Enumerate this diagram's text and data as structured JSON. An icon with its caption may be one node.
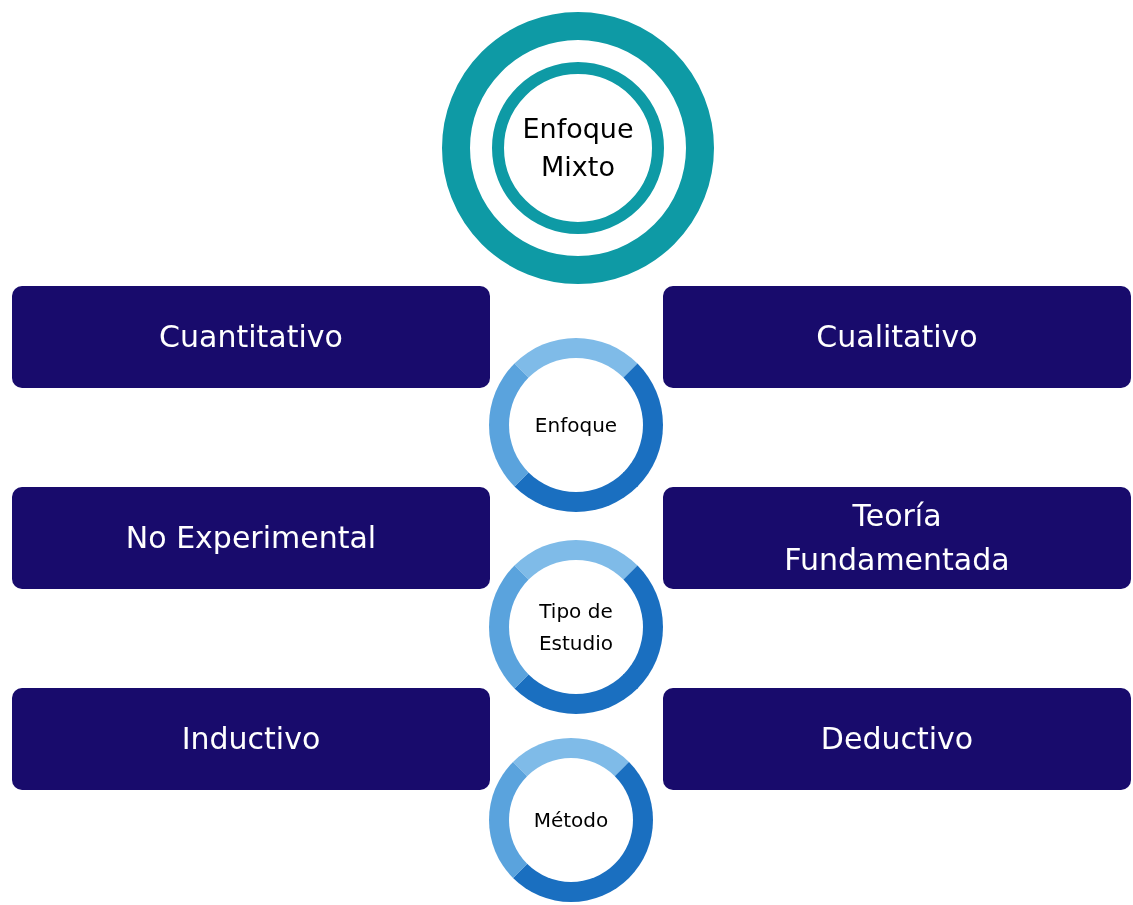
{
  "diagram": {
    "nodes": [
      {
        "text": [
          "Enfoque Mixto"
        ]
      },
      {
        "text": [
          "Cuantitativo"
        ]
      },
      {
        "text": [
          "Cualitativo"
        ]
      },
      {
        "text": [
          "Enfoque"
        ]
      },
      {
        "text": [
          "No Experimental"
        ]
      },
      {
        "text": [
          "Teoría Fundamentada"
        ]
      },
      {
        "text": [
          "Tipo de Estudio"
        ]
      },
      {
        "text": [
          "Inductivo"
        ]
      },
      {
        "text": [
          "Deductivo"
        ]
      },
      {
        "text": [
          "Método"
        ]
      }
    ]
  }
}
